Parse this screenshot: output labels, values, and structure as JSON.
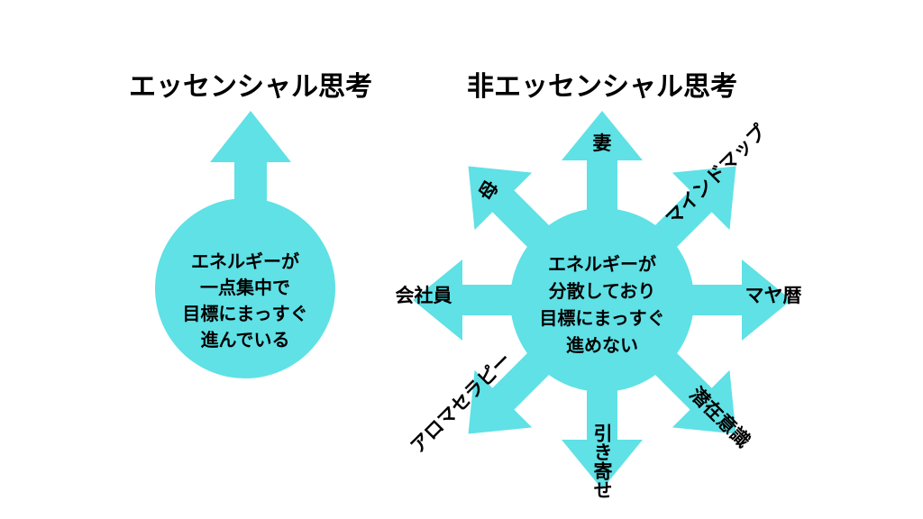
{
  "colors": {
    "shape": "#5fe1e6",
    "text": "#000000",
    "background": "#ffffff"
  },
  "left": {
    "title": "エッセンシャル思考",
    "circle_lines": [
      "エネルギーが",
      "一点集中で",
      "目標にまっすぐ",
      "進んでいる"
    ]
  },
  "right": {
    "title": "非エッセンシャル思考",
    "circle_lines": [
      "エネルギーが",
      "分散しており",
      "目標にまっすぐ",
      "進めない"
    ],
    "arrows": [
      {
        "direction": "up",
        "label": "妻"
      },
      {
        "direction": "up-right",
        "label": "マインドマップ"
      },
      {
        "direction": "right",
        "label": "マヤ暦"
      },
      {
        "direction": "down-right",
        "label": "潜在意識"
      },
      {
        "direction": "down",
        "label": "引き寄せ"
      },
      {
        "direction": "down-left",
        "label": "アロマセラピー"
      },
      {
        "direction": "left",
        "label": "会社員"
      },
      {
        "direction": "up-left",
        "label": "母"
      }
    ]
  }
}
